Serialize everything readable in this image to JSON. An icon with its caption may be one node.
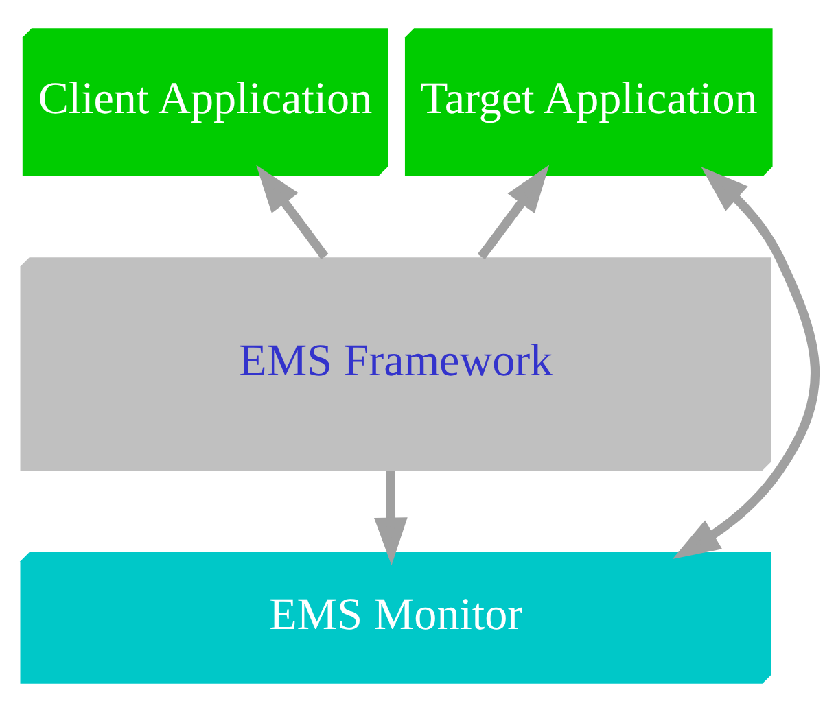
{
  "diagram": {
    "nodes": [
      {
        "text": [
          "Client Application"
        ]
      },
      {
        "text": [
          "Target Application"
        ]
      },
      {
        "text": [
          "EMS Framework"
        ]
      },
      {
        "text": [
          "EMS Monitor"
        ]
      }
    ],
    "edges": [
      {
        "from": 2,
        "to": 0,
        "arrow": "to"
      },
      {
        "from": 2,
        "to": 1,
        "arrow": "to"
      },
      {
        "from": 2,
        "to": 3,
        "arrow": "to"
      },
      {
        "from": 1,
        "to": 3,
        "arrow": "both"
      }
    ]
  }
}
